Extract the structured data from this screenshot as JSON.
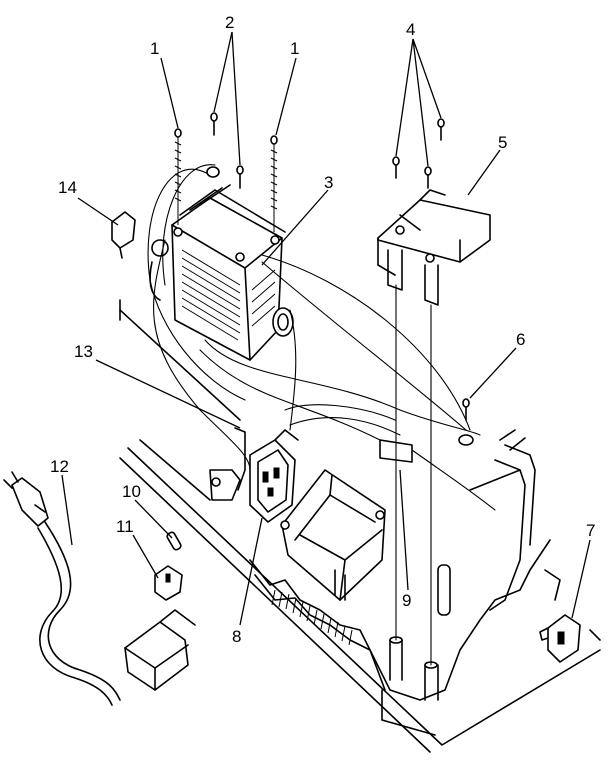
{
  "callouts": [
    {
      "id": "c1a",
      "label": "1"
    },
    {
      "id": "c2",
      "label": "2"
    },
    {
      "id": "c1b",
      "label": "1"
    },
    {
      "id": "c4",
      "label": "4"
    },
    {
      "id": "c5",
      "label": "5"
    },
    {
      "id": "c3",
      "label": "3"
    },
    {
      "id": "c14",
      "label": "14"
    },
    {
      "id": "c13",
      "label": "13"
    },
    {
      "id": "c6",
      "label": "6"
    },
    {
      "id": "c12",
      "label": "12"
    },
    {
      "id": "c10",
      "label": "10"
    },
    {
      "id": "c11",
      "label": "11"
    },
    {
      "id": "c8",
      "label": "8"
    },
    {
      "id": "c9",
      "label": "9"
    },
    {
      "id": "c7",
      "label": "7"
    }
  ]
}
